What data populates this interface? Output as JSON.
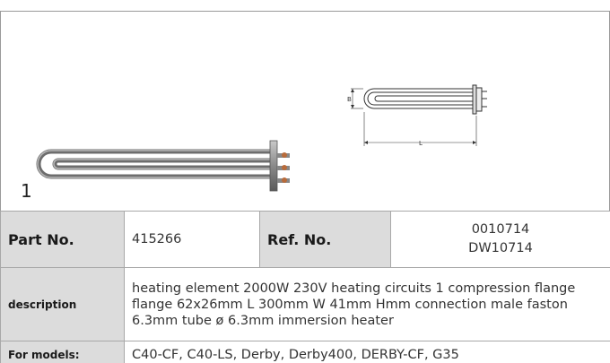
{
  "image_number": "1",
  "drawing": {
    "dim_height_label": "B",
    "dim_length_label": "L"
  },
  "table": {
    "part_label": "Part No.",
    "part_value": "415266",
    "ref_label": "Ref. No.",
    "ref_values": [
      "0010714",
      "DW10714"
    ],
    "description_label": "description",
    "description_lines": [
      "heating element  2000W 230V heating circuits 1 compression flange",
      "flange 62x26mm L 300mm W 41mm Hmm connection male faston",
      "6.3mm tube ø 6.3mm immersion heater"
    ],
    "models_label": "For models:",
    "models_value": "C40-CF, C40-LS, Derby, Derby400, DERBY-CF, G35"
  }
}
